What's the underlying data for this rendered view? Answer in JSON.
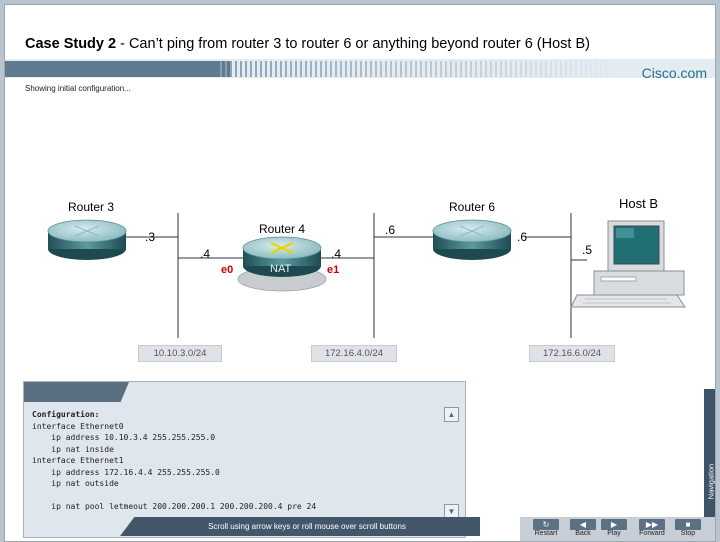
{
  "window": {
    "title_bold": "Case Study 2",
    "title_rest": " - Can’t ping from router 3 to router 6 or anything beyond router 6 (Host B)",
    "brand": "Cisco.com",
    "status": "Showing initial configuration..."
  },
  "diagram": {
    "router3": {
      "label": "Router 3",
      "ip": ".3"
    },
    "router4": {
      "label": "Router 4",
      "badge": "NAT",
      "ip_left": ".4",
      "ip_right": ".4",
      "port_e0": "e0",
      "port_e1": "e1"
    },
    "router6": {
      "label": "Router 6",
      "ip_left": ".6",
      "ip_right": ".6"
    },
    "hostb": {
      "label": "Host B",
      "ip": ".5"
    },
    "networks": [
      "10.10.3.0/24",
      "172.16.4.0/24",
      "172.16.6.0/24"
    ]
  },
  "config": {
    "heading": "Configuration:",
    "lines": [
      "interface Ethernet0",
      "    ip address 10.10.3.4 255.255.255.0",
      "    ip nat inside",
      "interface Ethernet1",
      "    ip address 172.16.4.4 255.255.255.0",
      "    ip nat outside",
      "",
      "    ip nat pool letmeout 200.200.200.1 200.200.200.4 pre 24"
    ],
    "hint": "Scroll using arrow keys or roll mouse over scroll buttons"
  },
  "navigation": {
    "tab_label": "Navigation",
    "buttons": [
      "Restart",
      "Back",
      "Play",
      "Forward",
      "Stop"
    ]
  },
  "colors": {
    "accent": "#5a6f82",
    "port_label": "#cc0000",
    "brand": "#26708f"
  }
}
